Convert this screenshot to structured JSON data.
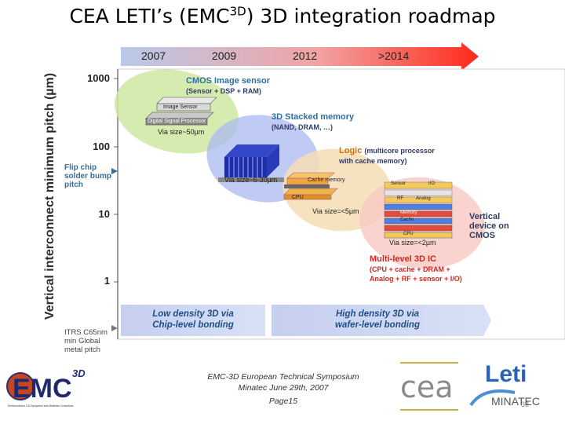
{
  "title": {
    "main": "CEA LETI’s (EMC",
    "sup": "3D",
    "rest": ") 3D integration roadmap"
  },
  "timeline": [
    "2007",
    "2009",
    "2012",
    ">2014"
  ],
  "axis": {
    "ylabel": "Vertical interconnect minimum pitch (µm)",
    "ticks": [
      "1000",
      "100",
      "10",
      "1"
    ]
  },
  "annotations": {
    "flip_chip": [
      "Flip chip",
      "solder bump",
      "pitch"
    ],
    "itrs": [
      "ITRS C65nm",
      "min Global",
      "metal pitch"
    ]
  },
  "zones": {
    "cmos": {
      "title": "CMOS Image sensor",
      "sub": "(Sensor + DSP + RAM)",
      "via": "Via size~50µm",
      "chip_top": "Image Sensor",
      "chip_bottom": "Digital Signal Processor"
    },
    "memory": {
      "title": "3D Stacked memory",
      "sub": "(NAND, DRAM, …)",
      "via": "Via size~6-30µm"
    },
    "logic": {
      "title": "Logic",
      "title_extra": "(multicore processor",
      "sub": "with cache memory)",
      "via": "Via size=<5µm",
      "chip_top": "Cache memory",
      "chip_bottom": "CPU"
    },
    "multilevel": {
      "title": "Multi-level 3D IC",
      "sub1": "(CPU + cache + DRAM +",
      "sub2": "Analog + RF + sensor + I/O)",
      "via": "Via size=<2µm",
      "layers": [
        "Sensor",
        "I/O",
        "RF",
        "Analog",
        "Memory",
        "Cache",
        "CPU"
      ]
    },
    "vertical": [
      "Vertical",
      "device on",
      "CMOS"
    ]
  },
  "bands": {
    "low": [
      "Low density 3D via",
      "Chip-level bonding"
    ],
    "high": [
      "High density 3D via",
      "wafer-level bonding"
    ]
  },
  "footer": {
    "line1": "EMC-3D European Technical Symposium",
    "line2": "Minatec June 29th, 2007",
    "line3": "Page15",
    "page": "38"
  },
  "logos": {
    "emc": "EMC",
    "emc_3d": "3D",
    "emc_caption": "Semiconductor 3-D Equipment and Materials Consortium",
    "cea": "cea",
    "leti": "Leti",
    "minatec": "MINATEC"
  },
  "colors": {
    "arrow_start": "#b9c9ea",
    "arrow_end": "#ff2a1a",
    "band": "#c5cfee",
    "cmos_zone": "#cfe7a2",
    "memory_zone": "#a9b9f0",
    "logic_zone": "#f6ddb4",
    "multilevel_zone": "#f7c9c3"
  }
}
